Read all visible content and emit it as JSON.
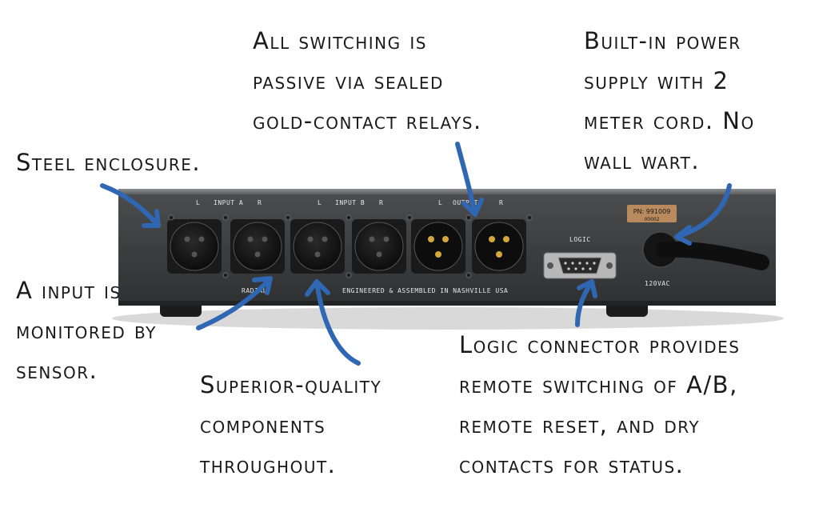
{
  "annotations": {
    "passive_switching": [
      "All switching is",
      "passive via sealed",
      "gold-contact relays."
    ],
    "power_supply": [
      "Built-in power",
      "supply with 2",
      "meter cord. No",
      "wall wart."
    ],
    "steel_enclosure": [
      "Steel enclosure."
    ],
    "a_input_sensor": [
      "A input is",
      "monitored by",
      "sensor."
    ],
    "components": [
      "Superior-quality",
      "components",
      "throughout."
    ],
    "logic_connector": [
      "Logic connector provides",
      "remote switching of A/B,",
      "remote reset, and dry",
      "contacts for status."
    ]
  },
  "panel": {
    "label_l": "L",
    "label_r": "R",
    "input_a": "INPUT A",
    "input_b": "INPUT B",
    "output": "OUTPUT",
    "logic": "LOGIC",
    "part_number": "PN: 991009",
    "serial": "00002",
    "brand": "RADIAL",
    "assembled": "ENGINEERED & ASSEMBLED IN NASHVILLE USA",
    "voltage": "120VAC"
  },
  "colors": {
    "arrow": "#2f67b3",
    "chassis": "#3f4143",
    "label_plate": "#b98a5d"
  }
}
